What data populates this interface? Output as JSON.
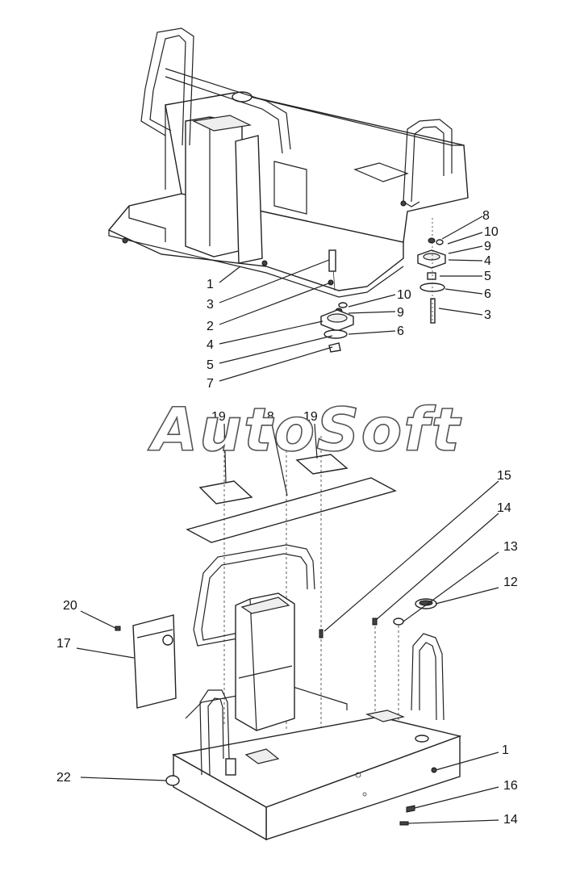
{
  "watermark": "AutoSoft",
  "upper_callouts": [
    {
      "label": "1",
      "id": "callout-1-upper"
    },
    {
      "label": "3",
      "id": "callout-3-upper-left"
    },
    {
      "label": "2",
      "id": "callout-2-upper"
    },
    {
      "label": "4",
      "id": "callout-4-upper-left"
    },
    {
      "label": "5",
      "id": "callout-5-upper-left"
    },
    {
      "label": "7",
      "id": "callout-7-upper"
    },
    {
      "label": "10",
      "id": "callout-10-upper-mid"
    },
    {
      "label": "9",
      "id": "callout-9-upper-mid"
    },
    {
      "label": "6",
      "id": "callout-6-upper-mid"
    },
    {
      "label": "8",
      "id": "callout-8-upper-right"
    },
    {
      "label": "10",
      "id": "callout-10-upper-right"
    },
    {
      "label": "9",
      "id": "callout-9-upper-right"
    },
    {
      "label": "4",
      "id": "callout-4-upper-right"
    },
    {
      "label": "5",
      "id": "callout-5-upper-right"
    },
    {
      "label": "6",
      "id": "callout-6-upper-right"
    },
    {
      "label": "3",
      "id": "callout-3-upper-right"
    }
  ],
  "lower_callouts": [
    {
      "label": "19",
      "id": "callout-19-left"
    },
    {
      "label": "18",
      "id": "callout-18"
    },
    {
      "label": "19",
      "id": "callout-19-right"
    },
    {
      "label": "15",
      "id": "callout-15"
    },
    {
      "label": "14",
      "id": "callout-14-upper"
    },
    {
      "label": "13",
      "id": "callout-13"
    },
    {
      "label": "12",
      "id": "callout-12"
    },
    {
      "label": "20",
      "id": "callout-20"
    },
    {
      "label": "17",
      "id": "callout-17"
    },
    {
      "label": "1",
      "id": "callout-1-lower"
    },
    {
      "label": "22",
      "id": "callout-22"
    },
    {
      "label": "16",
      "id": "callout-16"
    },
    {
      "label": "14",
      "id": "callout-14-lower"
    }
  ]
}
